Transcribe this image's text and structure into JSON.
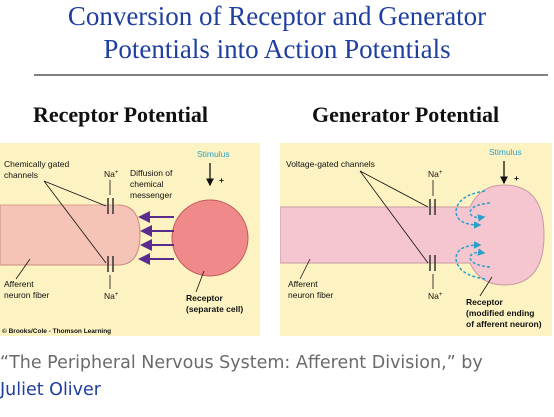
{
  "title": {
    "line1": "Conversion of Receptor and Generator",
    "line2": "Potentials into Action Potentials"
  },
  "left": {
    "heading": "Receptor Potential",
    "stimulus": "Stimulus",
    "plus": "+",
    "gated_line1": "Chemically gated",
    "gated_line2": "channels",
    "na_top": "Na",
    "na_bottom": "Na",
    "na_sup": "+",
    "diffusion_line1": "Diffusion of",
    "diffusion_line2": "chemical",
    "diffusion_line3": "messenger",
    "afferent_line1": "Afferent",
    "afferent_line2": "neuron fiber",
    "receptor_line1": "Receptor",
    "receptor_line2": "(separate cell)",
    "credit": "© Brooks/Cole - Thomson Learning"
  },
  "right": {
    "heading": "Generator Potential",
    "stimulus": "Stimulus",
    "plus": "+",
    "gated": "Voltage-gated channels",
    "na_top": "Na",
    "na_bottom": "Na",
    "na_sup": "+",
    "afferent_line1": "Afferent",
    "afferent_line2": "neuron fiber",
    "receptor_line1": "Receptor",
    "receptor_line2": "(modified ending",
    "receptor_line3": "of afferent neuron)"
  },
  "caption": {
    "text": "“The Peripheral Nervous System: Afferent Division,” by",
    "author": "Juliet Oliver"
  },
  "colors": {
    "title": "#1f3fa0",
    "panel_bg": "#fdf3c2",
    "fiber": "#f6c4b6",
    "receptor_cell": "#f08a8a",
    "arrows": "#5a2d8c",
    "stimulus": "#2aa0c8",
    "link": "#1f3fa0"
  }
}
